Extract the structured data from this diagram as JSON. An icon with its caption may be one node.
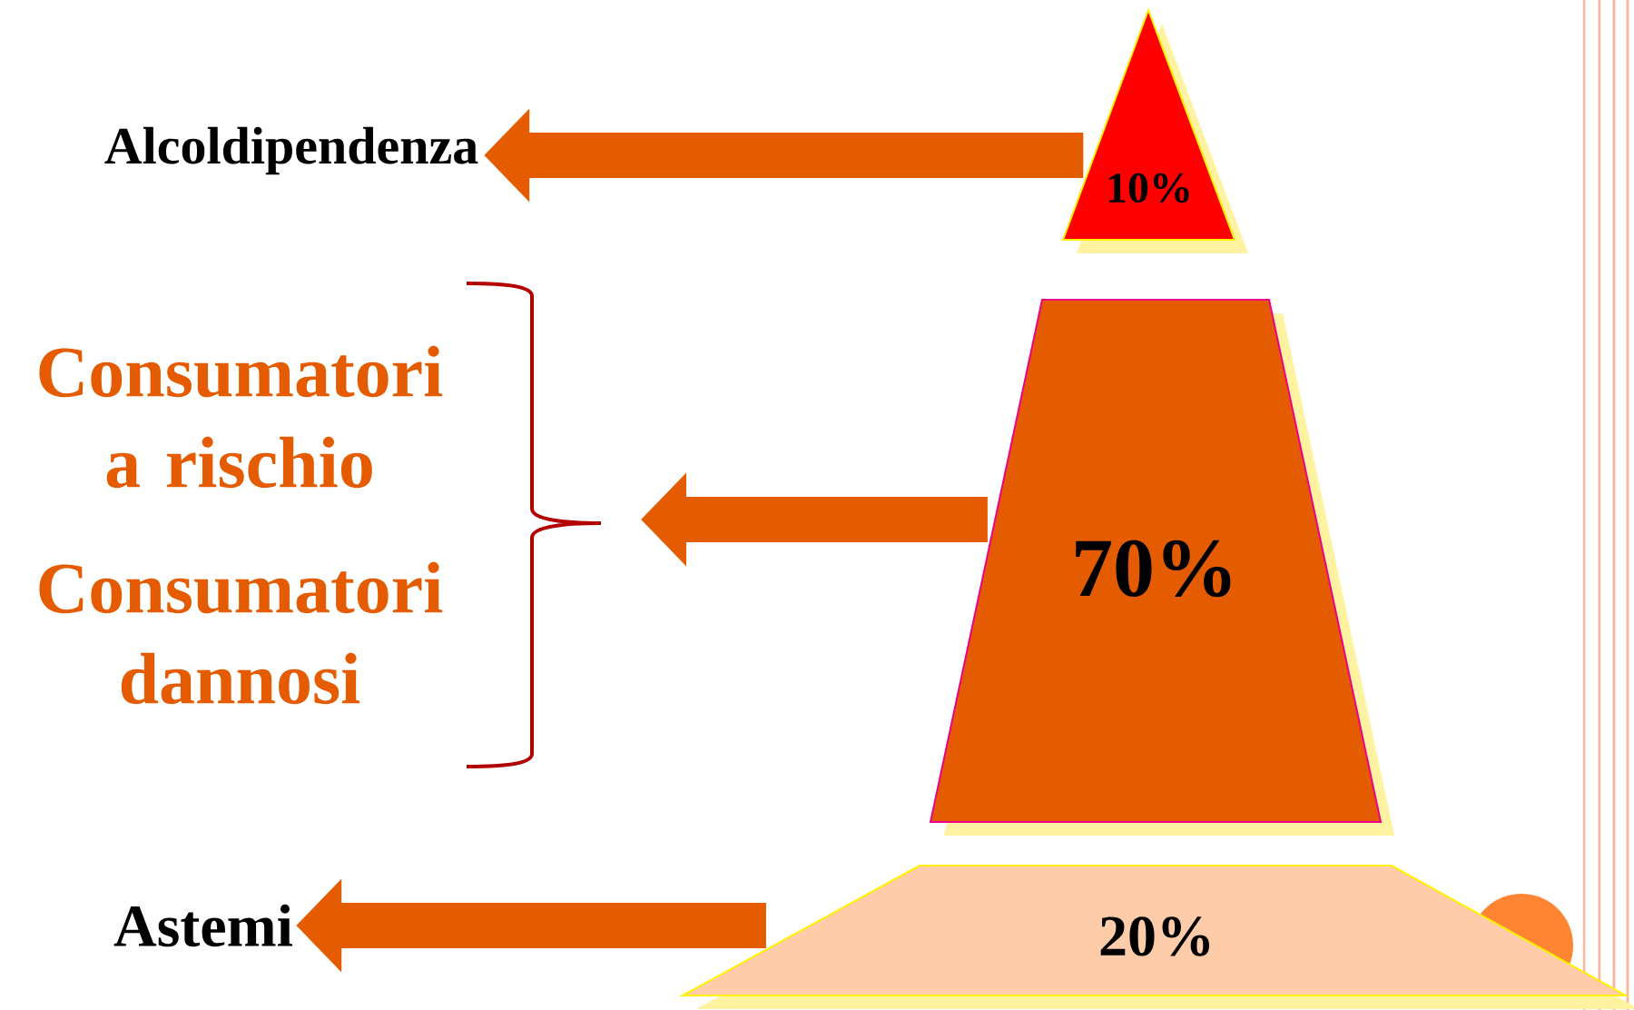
{
  "diagram": {
    "nodes": [
      {
        "text": [
          "Alcoldipendenza"
        ]
      },
      {
        "text": [
          "10%"
        ]
      },
      {
        "text": [
          "Consumatori a rischio"
        ]
      },
      {
        "text": [
          "Consumatori dannosi"
        ]
      },
      {
        "text": [
          "70%"
        ]
      },
      {
        "text": [
          "Astemi"
        ]
      },
      {
        "text": [
          "20%"
        ]
      }
    ],
    "edges": [
      {
        "from": 1,
        "to": 0,
        "arrow": "to"
      },
      {
        "from": 4,
        "to": null,
        "arrow": "to"
      },
      {
        "from": 6,
        "to": 5,
        "arrow": "to"
      }
    ]
  }
}
